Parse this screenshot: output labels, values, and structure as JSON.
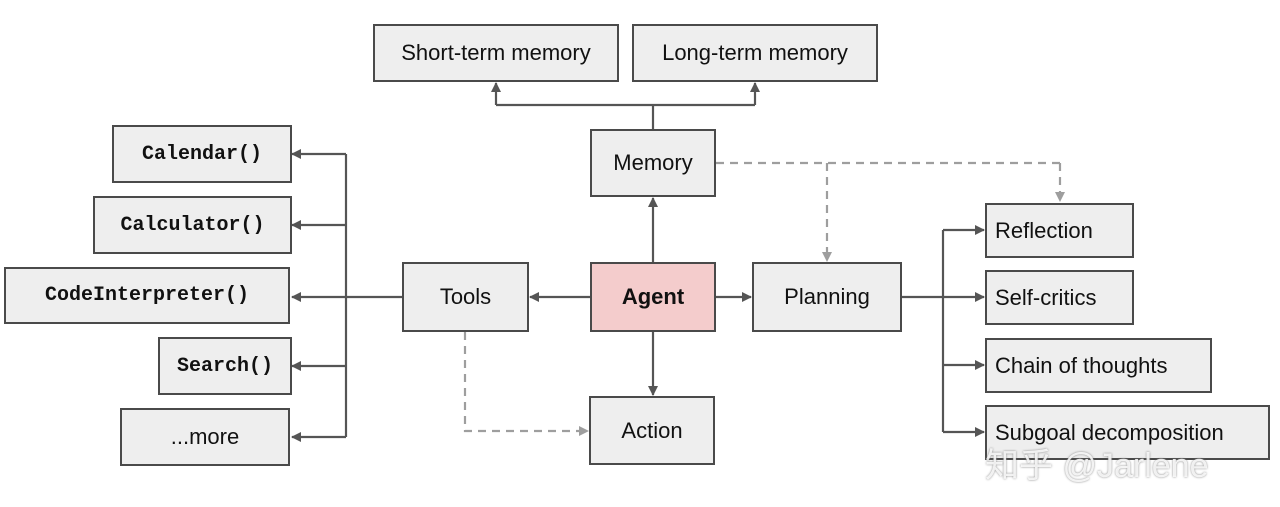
{
  "nodes": {
    "short_term_memory": "Short-term memory",
    "long_term_memory": "Long-term memory",
    "memory": "Memory",
    "agent": "Agent",
    "tools": "Tools",
    "planning": "Planning",
    "action": "Action",
    "calendar": "Calendar()",
    "calculator": "Calculator()",
    "code_interpreter": "CodeInterpreter()",
    "search": "Search()",
    "more": "...more",
    "reflection": "Reflection",
    "self_critics": "Self-critics",
    "chain_of_thoughts": "Chain of thoughts",
    "subgoal_decomposition": "Subgoal decomposition"
  },
  "watermark": "知乎 @Jarlene",
  "colors": {
    "node_fill": "#eeeeee",
    "agent_fill": "#f4cccc",
    "border": "#4a4a4a",
    "solid_arrow": "#555555",
    "dashed_arrow": "#9e9e9e"
  }
}
